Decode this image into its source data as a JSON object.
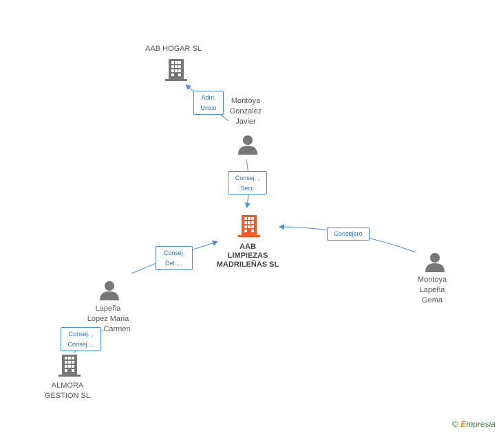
{
  "nodes": {
    "main": {
      "label_lines": [
        "AAB",
        "LIMPIEZAS",
        "MADRILEÑAS SL"
      ],
      "icon": "building-icon",
      "color": "#f05a2a"
    },
    "aab_hogar": {
      "label_lines": [
        "AAB HOGAR  SL"
      ],
      "icon": "building-icon",
      "color": "#777777"
    },
    "montoya_javier": {
      "label_lines": [
        "Montoya",
        "Gonzalez",
        "Javier"
      ],
      "icon": "person-icon",
      "color": "#777777"
    },
    "montoya_gema": {
      "label_lines": [
        "Montoya",
        "Lapeña",
        "Gema"
      ],
      "icon": "person-icon",
      "color": "#777777"
    },
    "lapena_maria": {
      "label_lines": [
        "Lapeña",
        "Lopez Maria",
        "Carmen"
      ],
      "icon": "person-icon",
      "color": "#777777"
    },
    "almora": {
      "label_lines": [
        "ALMORA",
        "GESTION SL"
      ],
      "icon": "building-icon",
      "color": "#777777"
    }
  },
  "edges": {
    "adm_unico": {
      "lines": [
        "Adm.",
        "Unico"
      ]
    },
    "consej_secr": {
      "lines": [
        "Consej. ,",
        "Secr."
      ]
    },
    "consejero": {
      "lines": [
        "Consejero"
      ]
    },
    "consej_del": {
      "lines": [
        "Consej.",
        "Del.,..."
      ]
    },
    "consej_consej": {
      "lines": [
        "Consej. ,",
        "Consej...."
      ]
    }
  },
  "colors": {
    "edge": "#4a8fd9",
    "accent": "#f05a2a"
  },
  "watermark": {
    "symbol": "©",
    "brand_initial": "E",
    "brand_rest": "mpresia"
  }
}
